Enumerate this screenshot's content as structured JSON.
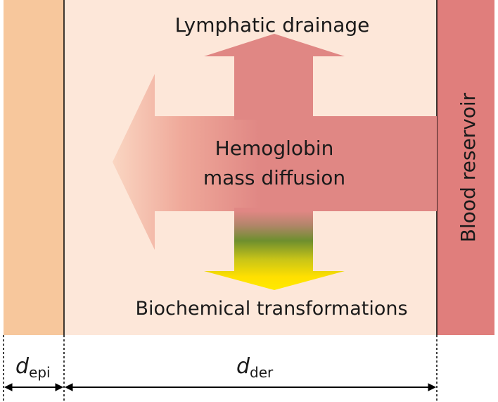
{
  "labels": {
    "lymphatic": "Lymphatic drainage",
    "hemoglobin_line1": "Hemoglobin",
    "hemoglobin_line2": "mass diffusion",
    "biochemical": "Biochemical transformations",
    "reservoir": "Blood reservoir",
    "d_epi_symbol": "d",
    "d_epi_sub": "epi",
    "d_der_symbol": "d",
    "d_der_sub": "der"
  },
  "colors": {
    "epidermis": "#F7C79C",
    "dermis": "#FDE7D9",
    "reservoir": "#E07E7C",
    "arrow": "#E08784",
    "arrow_green": "#6E8F2E",
    "arrow_yellow": "#FFE500"
  }
}
